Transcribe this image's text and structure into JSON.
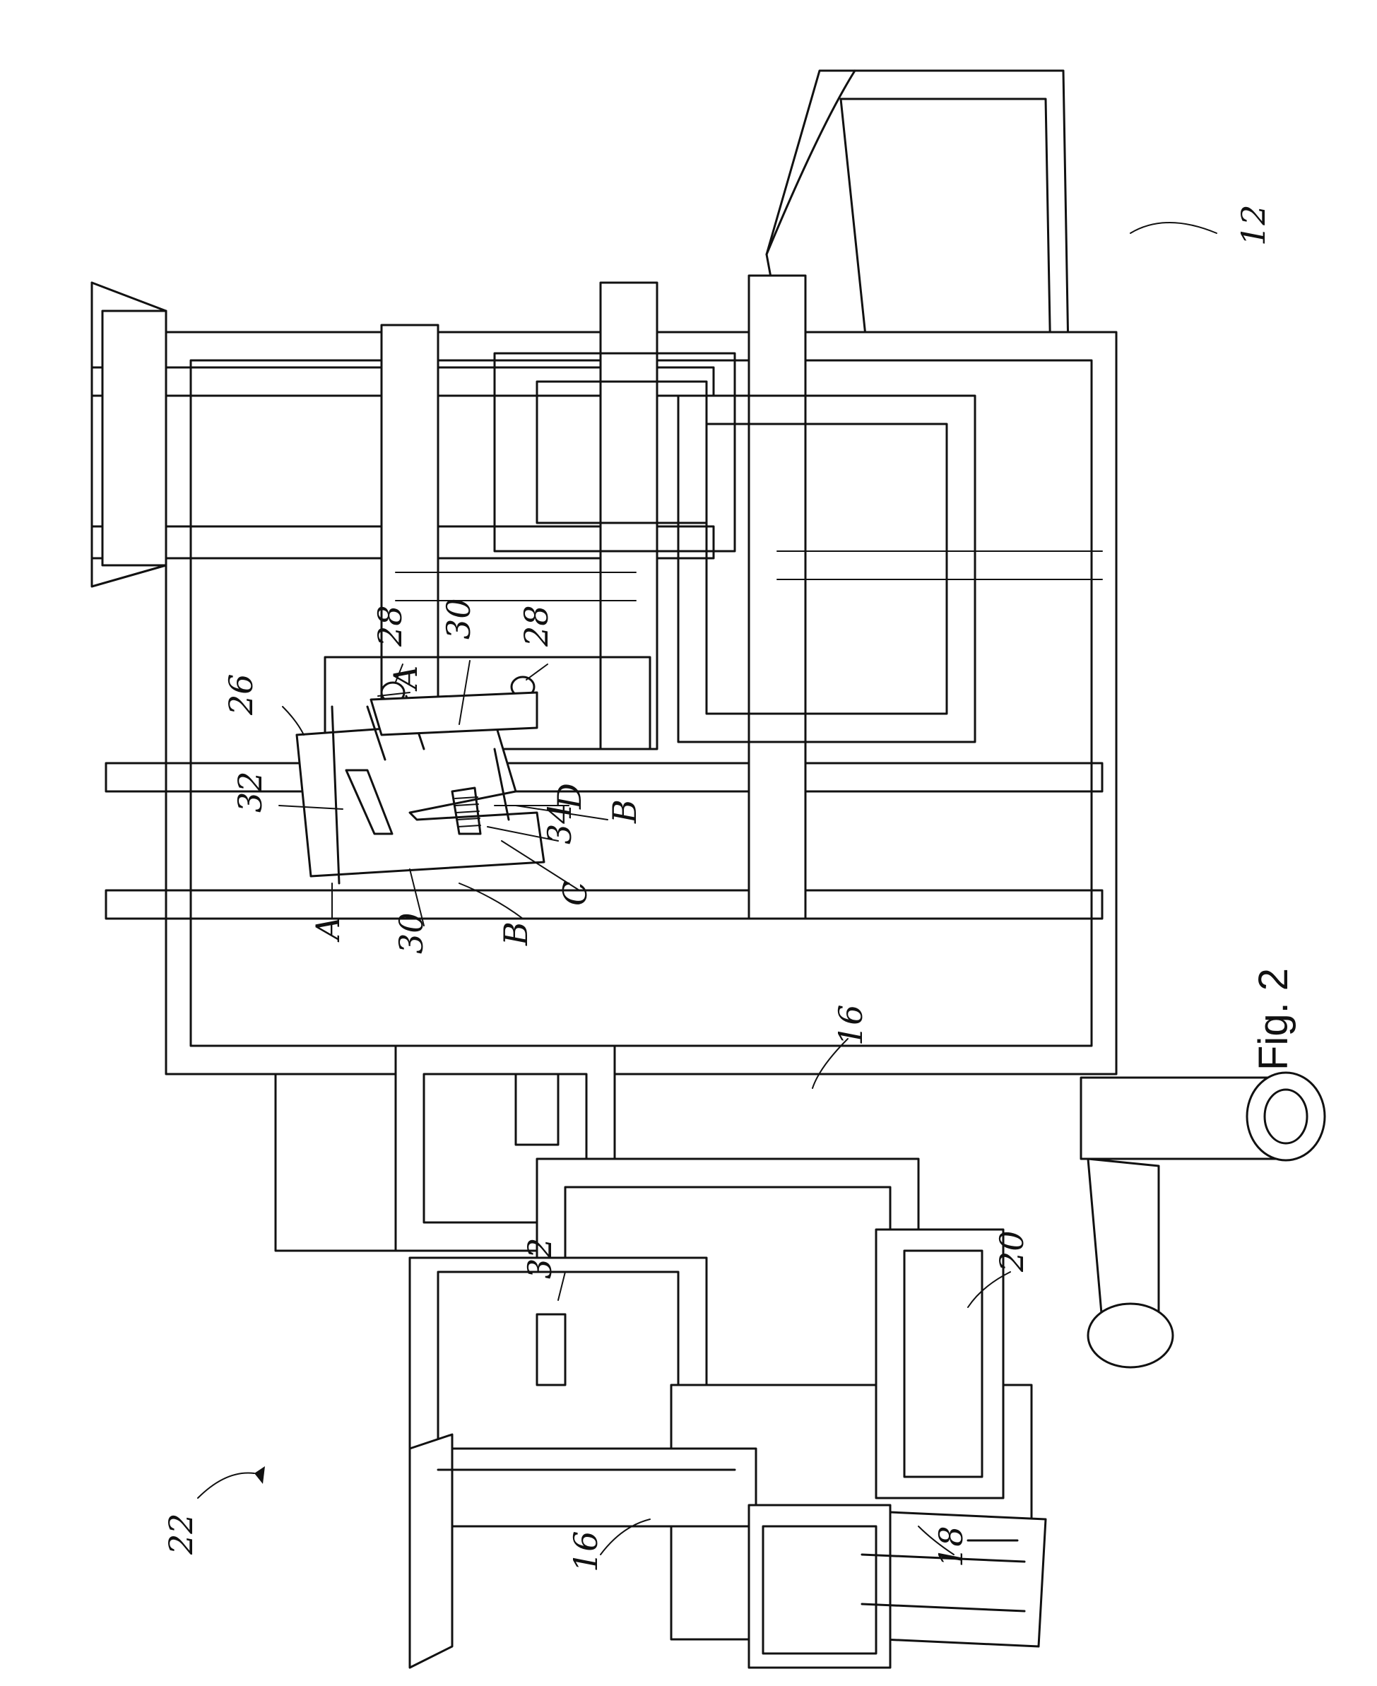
{
  "figure": {
    "caption": "Fig. 2",
    "refs": {
      "r12": "12",
      "r16a": "16",
      "r16b": "16",
      "r18": "18",
      "r20": "20",
      "r22": "22",
      "r26": "26",
      "r28a": "28",
      "r28b": "28",
      "r30a": "30",
      "r30b": "30",
      "r32a": "32",
      "r32b": "32",
      "r34": "34",
      "rA1": "A",
      "rA2": "A",
      "rB1": "B",
      "rB2": "B",
      "rC": "C",
      "rD": "D"
    }
  }
}
